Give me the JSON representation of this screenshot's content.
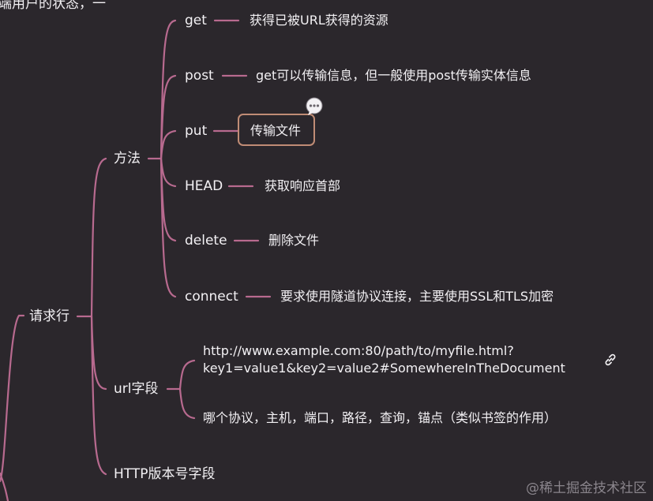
{
  "top_fragment": "端用户的状态，一",
  "nodes": {
    "request_line": "请求行",
    "method": "方法",
    "get": "get",
    "get_desc": "获得已被URL获得的资源",
    "post": "post",
    "post_desc": "get可以传输信息，但一般使用post传输实体信息",
    "put": "put",
    "put_desc": "传输文件",
    "head": "HEAD",
    "head_desc": "获取响应首部",
    "delete": "delete",
    "delete_desc": "删除文件",
    "connect": "connect",
    "connect_desc": "要求使用隧道协议连接，主要使用SSL和TLS加密",
    "url_field": "url字段",
    "url_example_line1": "http://www.example.com:80/path/to/myfile.html?",
    "url_example_line2": "key1=value1&key2=value2#SomewhereInTheDocument",
    "url_parts": "哪个协议，主机，端口，路径，查询，锚点（类似书签的作用）",
    "http_version": "HTTP版本号字段"
  },
  "icons": {
    "comment": "comment-icon",
    "link": "link-icon"
  },
  "colors": {
    "background": "#2b272c",
    "branch": "#b86a8f",
    "selected_border": "#c08c75",
    "text": "#f3f1f4",
    "watermark": "#8a858c"
  },
  "watermark": "@稀土掘金技术社区"
}
